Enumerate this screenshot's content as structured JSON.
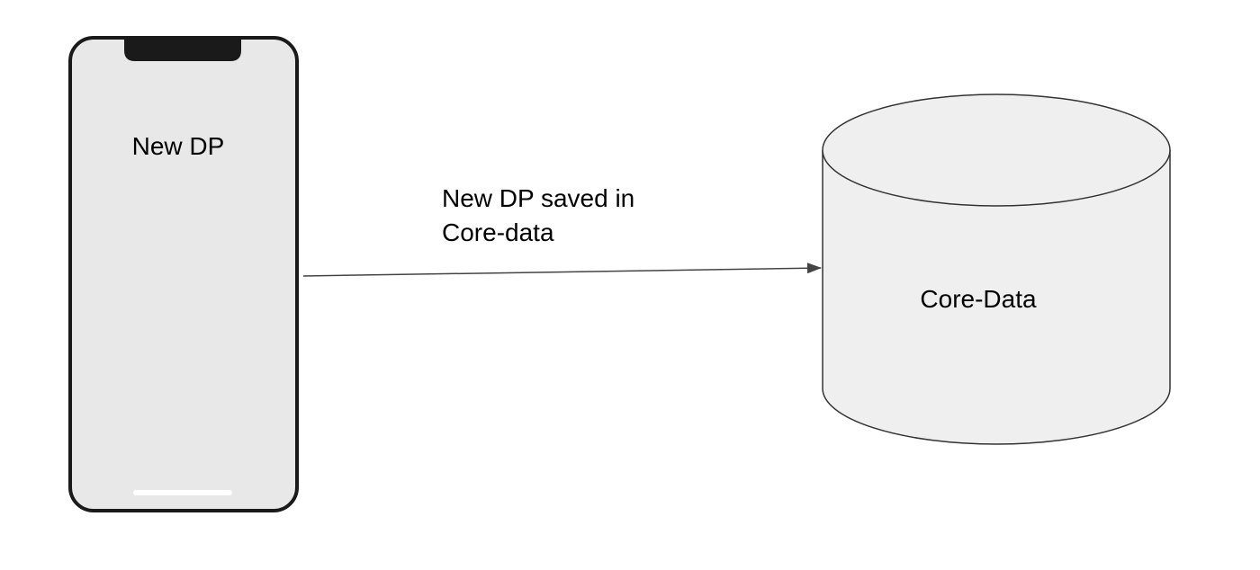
{
  "diagram": {
    "phone": {
      "label": "New DP"
    },
    "arrow": {
      "label_line1": "New DP saved in",
      "label_line2": "Core-data"
    },
    "database": {
      "label": "Core-Data"
    }
  },
  "colors": {
    "background": "#ffffff",
    "phone_fill": "#e8e8e8",
    "phone_stroke": "#1a1a1a",
    "notch": "#1a1a1a",
    "home_indicator": "#ffffff",
    "db_fill": "#efefef",
    "db_stroke": "#333333",
    "arrow": "#444444",
    "text": "#000000"
  }
}
